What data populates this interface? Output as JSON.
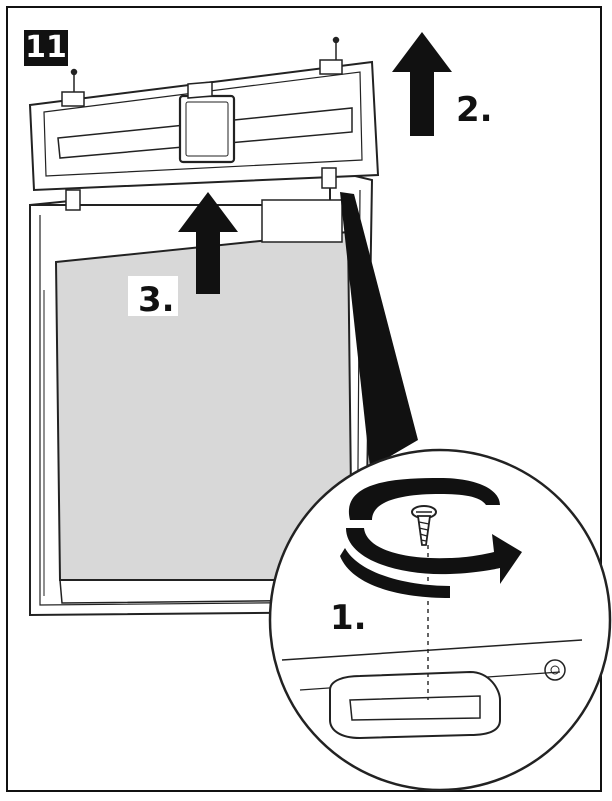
{
  "figure": {
    "step_number": "11",
    "steps": [
      {
        "id": "1",
        "label": "1."
      },
      {
        "id": "2",
        "label": "2."
      },
      {
        "id": "3",
        "label": "3."
      }
    ]
  },
  "colors": {
    "ink": "#111111",
    "panel_fill": "#d8d8d8",
    "background": "#ffffff"
  }
}
